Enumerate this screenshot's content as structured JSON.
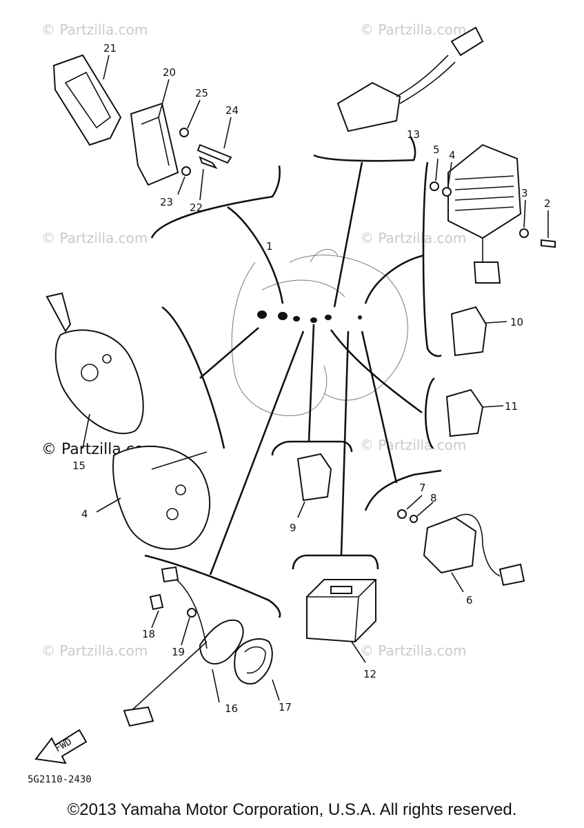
{
  "watermark": "© Partzilla.com",
  "watermark_emphasized": "© Partzilla.com",
  "diagram_code": "5G2110-2430",
  "fwd_label": "FWD",
  "copyright": "©2013 Yamaha Motor Corporation, U.S.A. All rights reserved.",
  "callouts": {
    "c1": "1",
    "c2": "2",
    "c3": "3",
    "c4": "4",
    "c4b": "4",
    "c5": "5",
    "c6": "6",
    "c7": "7",
    "c8": "8",
    "c9": "9",
    "c10": "10",
    "c11": "11",
    "c12": "12",
    "c13": "13",
    "c15": "15",
    "c16": "16",
    "c17": "17",
    "c18": "18",
    "c19": "19",
    "c20": "20",
    "c21": "21",
    "c22": "22",
    "c23": "23",
    "c24": "24",
    "c25": "25"
  }
}
